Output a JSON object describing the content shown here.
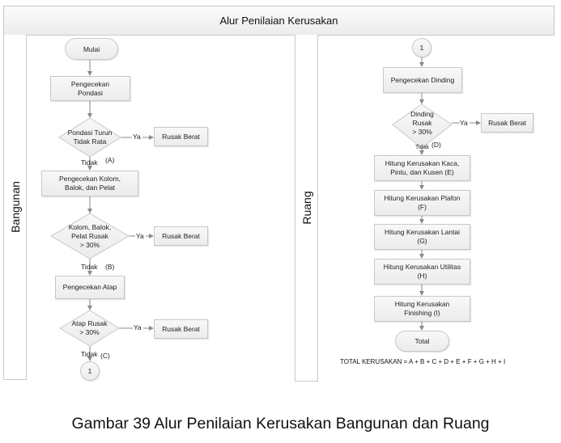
{
  "diagram": {
    "title": "Alur Penilaian Kerusakan",
    "lanes": [
      {
        "id": "bangunan",
        "label": "Bangunan"
      },
      {
        "id": "ruang",
        "label": "Ruang"
      }
    ],
    "bangunan": {
      "start": "Mulai",
      "step1": "Pengecekan Pondasi",
      "step1_lines": [
        "Pengecekan",
        "Pondasi"
      ],
      "decision1_lines": [
        "Pondasi Turun",
        "Tidak Rata"
      ],
      "decision1_yes": "Ya",
      "decision1_yes_target": "Rusak Berat",
      "decision1_no": "Tidak",
      "decision1_no_tag": "(A)",
      "step2_lines": [
        "Pengecekan Kolom,",
        "Balok, dan Pelat"
      ],
      "decision2_lines": [
        "Kolom, Balok,",
        "Pelat Rusak",
        "> 30%"
      ],
      "decision2_yes": "Ya",
      "decision2_yes_target": "Rusak Berat",
      "decision2_no": "Tidak",
      "decision2_no_tag": "(B)",
      "step3": "Pengecekan Atap",
      "decision3_lines": [
        "Atap Rusak",
        "> 30%"
      ],
      "decision3_yes": "Ya",
      "decision3_yes_target": "Rusak Berat",
      "decision3_no": "Tidak",
      "decision3_no_tag": "(C)",
      "connector": "1"
    },
    "ruang": {
      "connector": "1",
      "step1": "Pengecekan Dinding",
      "decision_lines": [
        "Dinding",
        "Rusak",
        "> 30%"
      ],
      "decision_yes": "Ya",
      "decision_yes_target": "Rusak Berat",
      "decision_no": "Tidak",
      "decision_no_tag": "(D)",
      "steps": [
        {
          "lines": [
            "Hitung Kerusakan Kaca,",
            "Pintu, dan Kusen (E)"
          ]
        },
        {
          "lines": [
            "Hitung Kerusakan Plafon",
            "(F)"
          ]
        },
        {
          "lines": [
            "Hitung Kerusakan Lantai",
            "(G)"
          ]
        },
        {
          "lines": [
            "Hitung Kerusakan Utilitas",
            "(H)"
          ]
        },
        {
          "lines": [
            "Hitung Kerusakan",
            "Finishing (I)"
          ]
        }
      ],
      "end": "Total"
    },
    "formula": "TOTAL KERUSAKAN = A + B + C + D + E + F + G + H + I"
  },
  "caption": "Gambar 39 Alur Penilaian Kerusakan Bangunan dan Ruang",
  "colors": {
    "shape_fill_top": "#f8f8f8",
    "shape_fill_bottom": "#ececec",
    "shape_border": "#c8c8c8",
    "connector_line": "#8a8a8a"
  }
}
